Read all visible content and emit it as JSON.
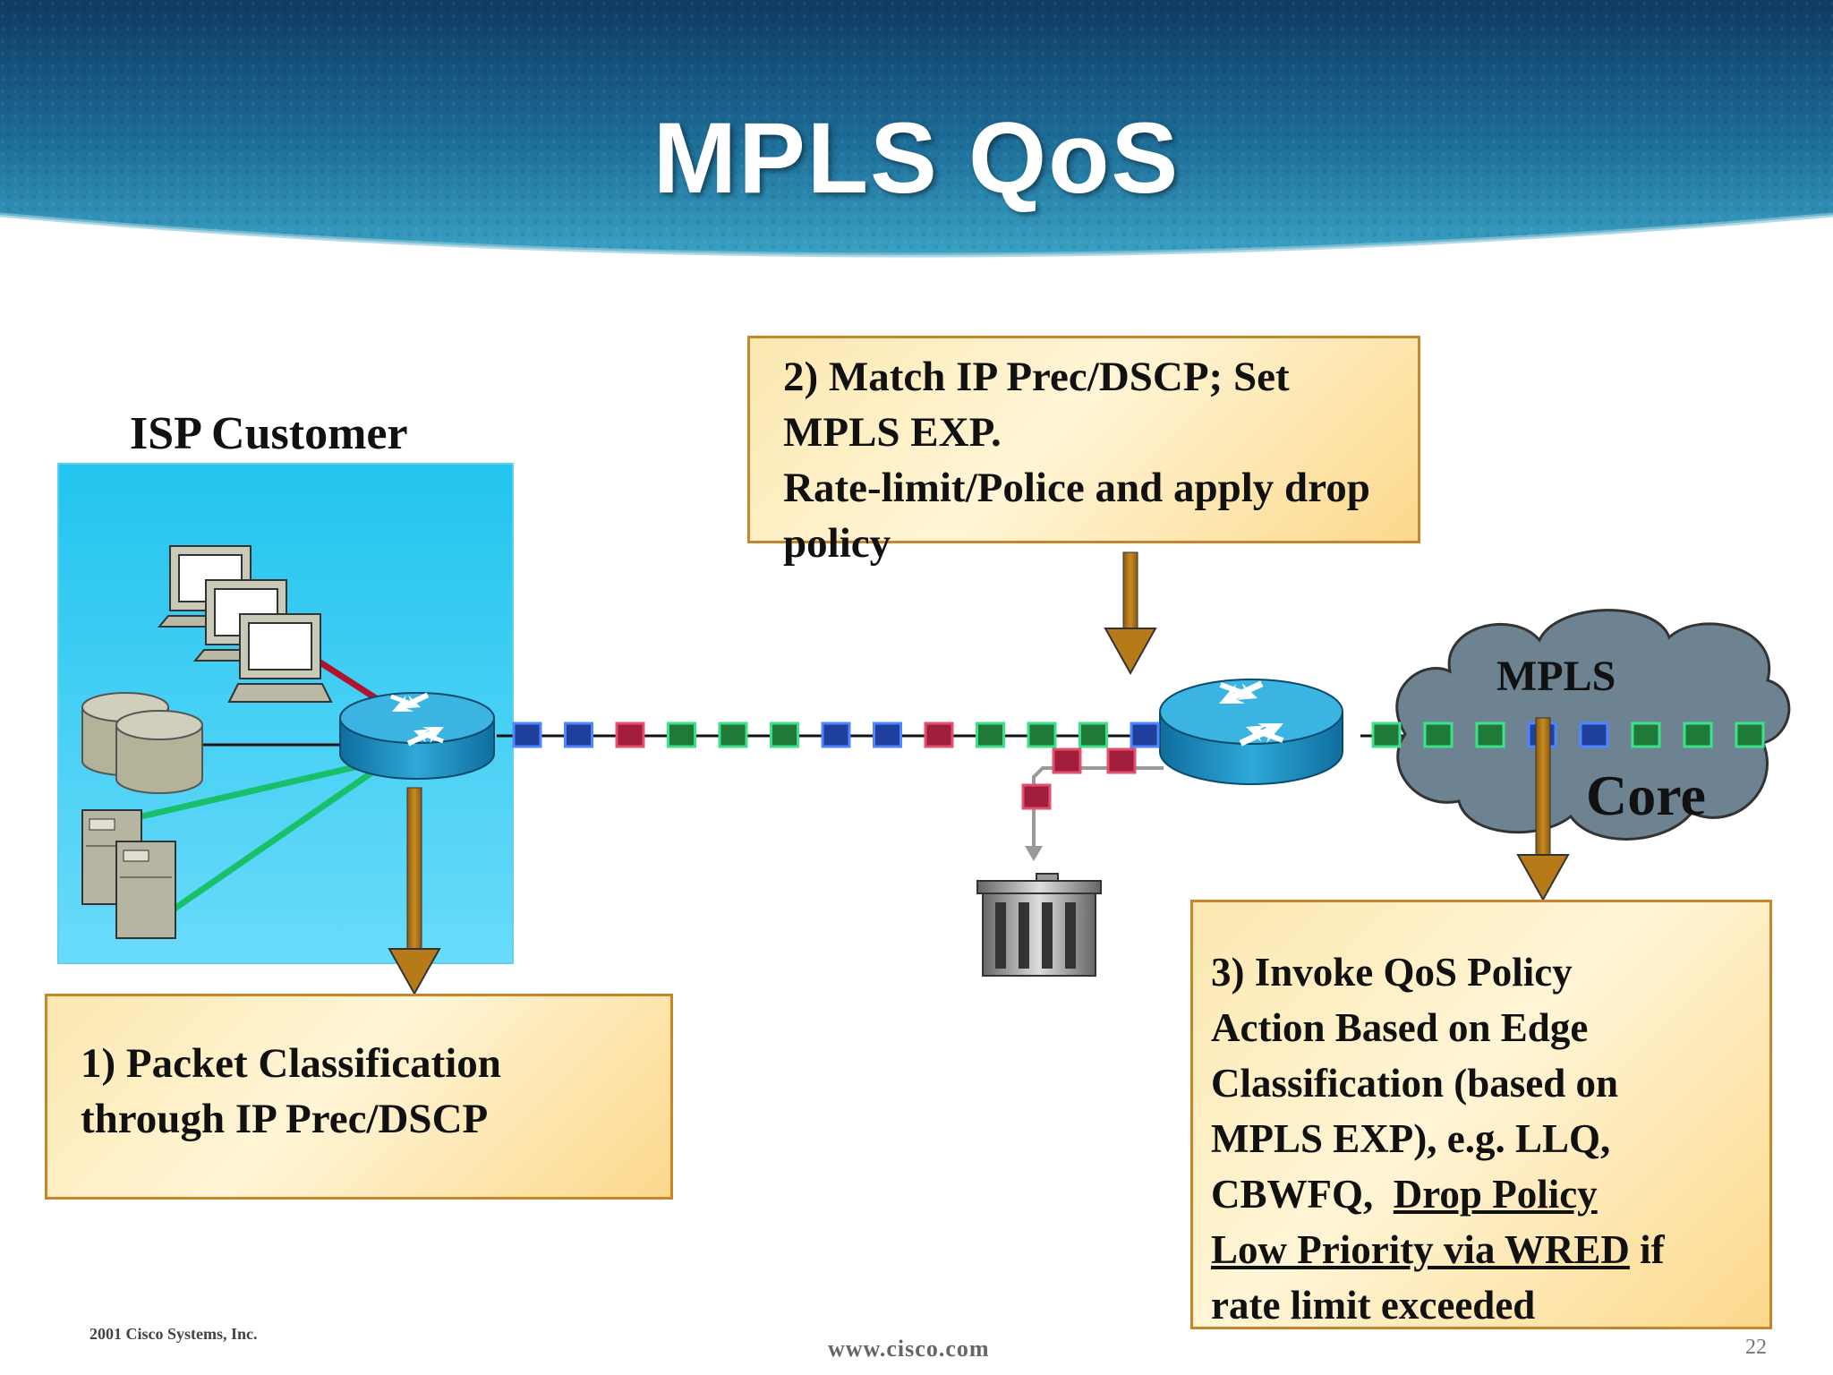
{
  "slide": {
    "title": "MPLS QoS",
    "isp_customer_label": "ISP Customer",
    "cloud_label_top": "MPLS",
    "cloud_label_bottom": "Core"
  },
  "callouts": {
    "step1": {
      "lines": [
        "1) Packet Classification",
        "through IP Prec/DSCP"
      ]
    },
    "step2": {
      "lines": [
        "2) Match IP Prec/DSCP; Set",
        "MPLS EXP.",
        "Rate-limit/Police and apply drop",
        "policy"
      ]
    },
    "step3": {
      "line1": "3) Invoke QoS Policy",
      "line2": "Action Based on Edge",
      "line3": "Classification (based on",
      "line4": "MPLS EXP),  e.g. LLQ,",
      "line5_prefix": "CBWFQ,  ",
      "line5_link": "Drop Policy",
      "line6_link": "Low Priority via WRED",
      "line6_suffix": " if",
      "line7": "rate limit exceeded"
    }
  },
  "packet_stream": {
    "colors": {
      "blue": "#1e3f9c",
      "red": "#a01e3c",
      "green": "#1f7a3a"
    },
    "left_link": [
      "blue",
      "blue",
      "red",
      "green",
      "green",
      "green",
      "blue",
      "blue",
      "red",
      "green",
      "green",
      "green",
      "blue"
    ],
    "dropped": [
      "red",
      "red",
      "red"
    ],
    "core_link": [
      "green",
      "green",
      "green",
      "blue",
      "blue",
      "green",
      "green",
      "green"
    ]
  },
  "footer": {
    "copyright": "2001 Cisco Systems, Inc.",
    "url": "www.cisco.com",
    "page": "22"
  }
}
